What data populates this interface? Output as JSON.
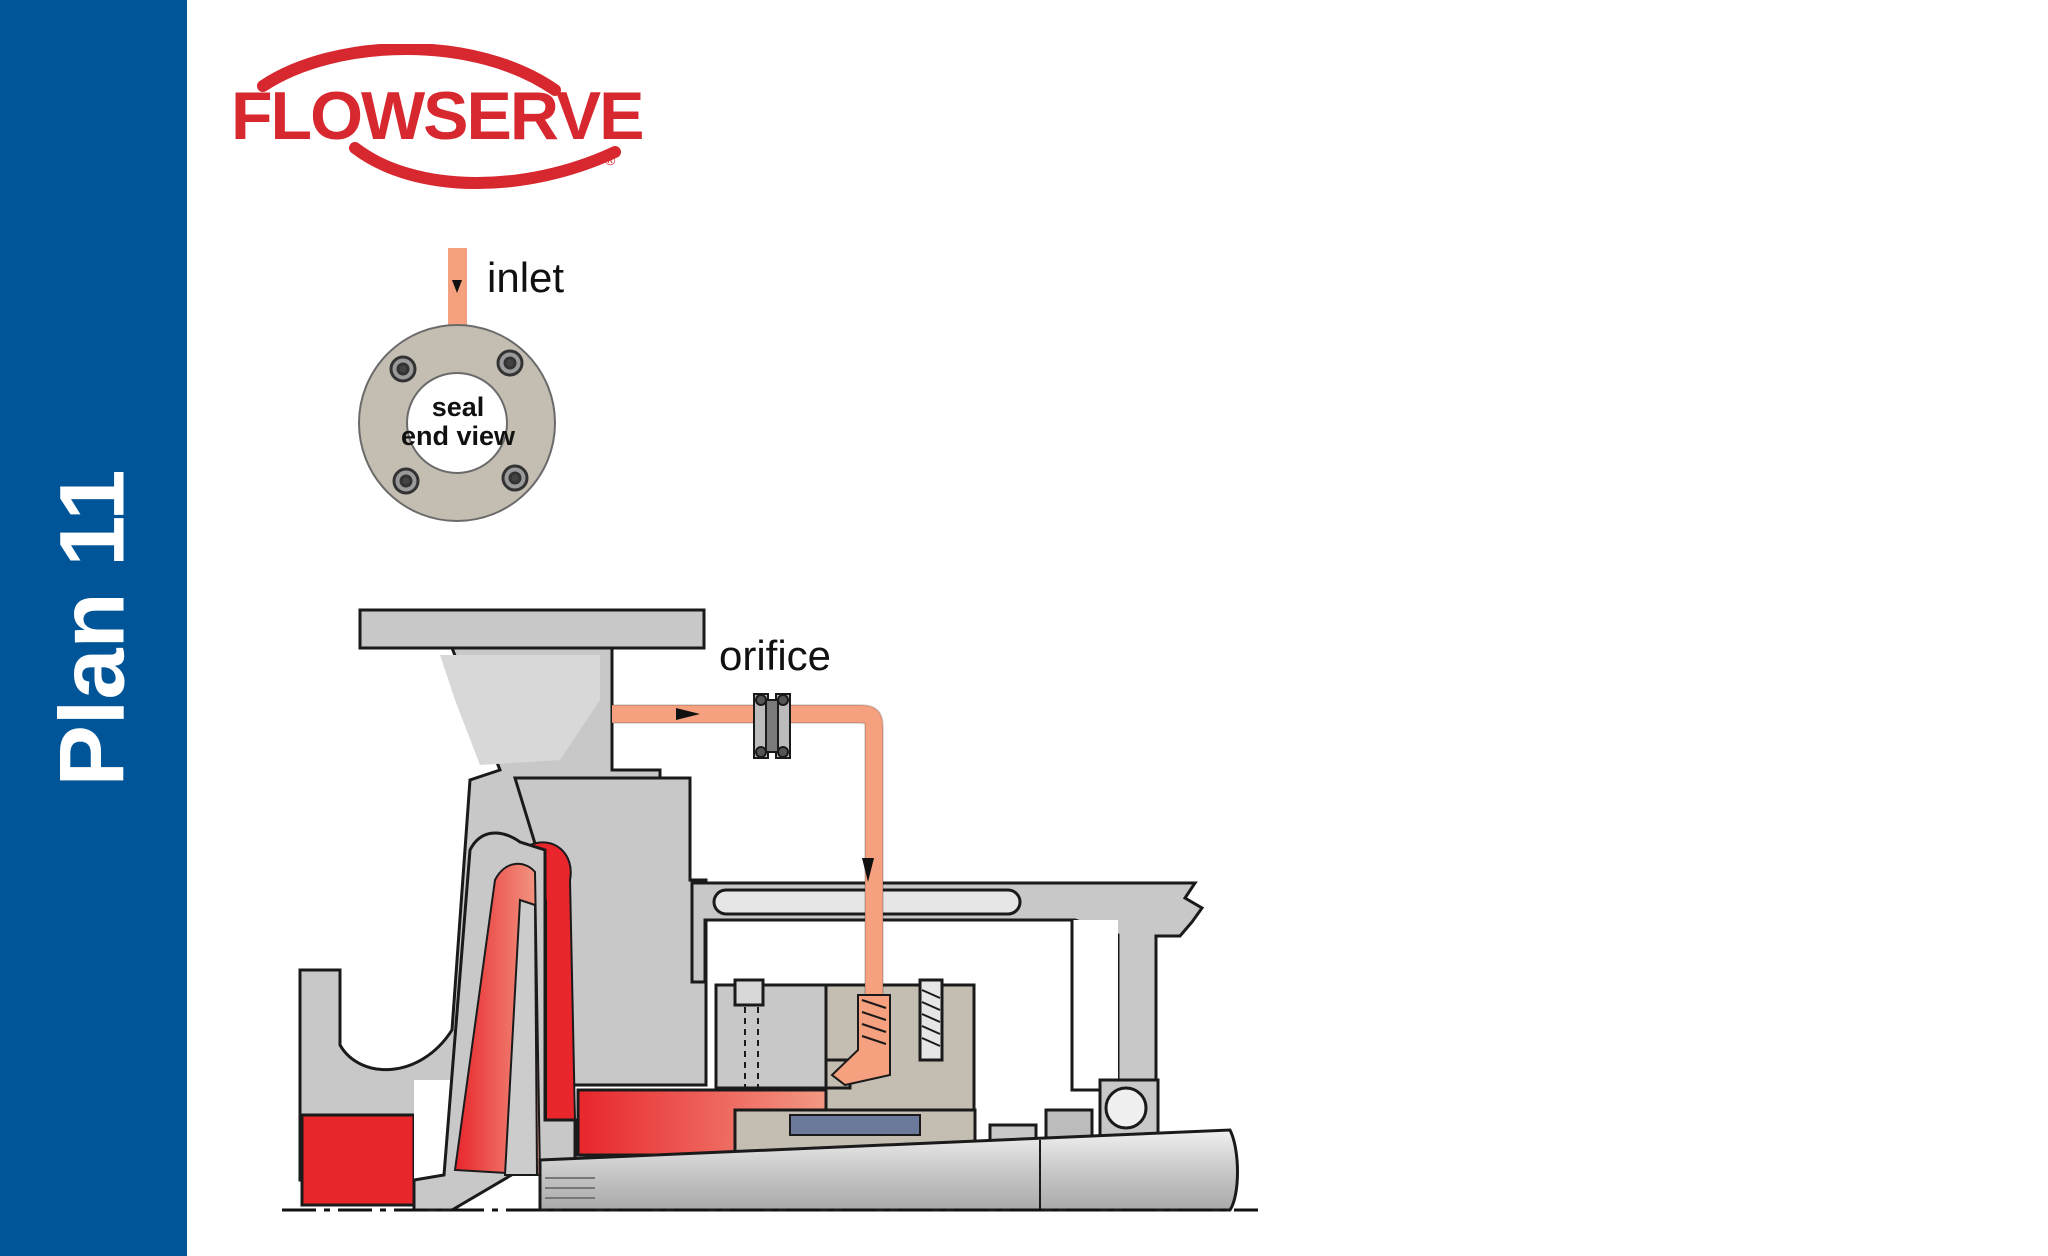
{
  "sidebar": {
    "title": "Plan 11",
    "color": "#005598"
  },
  "logo": {
    "text": "FLOWSERVE",
    "trademark": "®",
    "color": "#d8282f"
  },
  "labels": {
    "inlet": "inlet",
    "orifice": "orifice",
    "seal_end_view_line1": "seal",
    "seal_end_view_line2": "end view"
  },
  "colors": {
    "flush_line": "#f5a07e",
    "process_fluid": "#e8262c",
    "casing": "#c8c8c8",
    "seal_plate": "#c4beb2"
  }
}
